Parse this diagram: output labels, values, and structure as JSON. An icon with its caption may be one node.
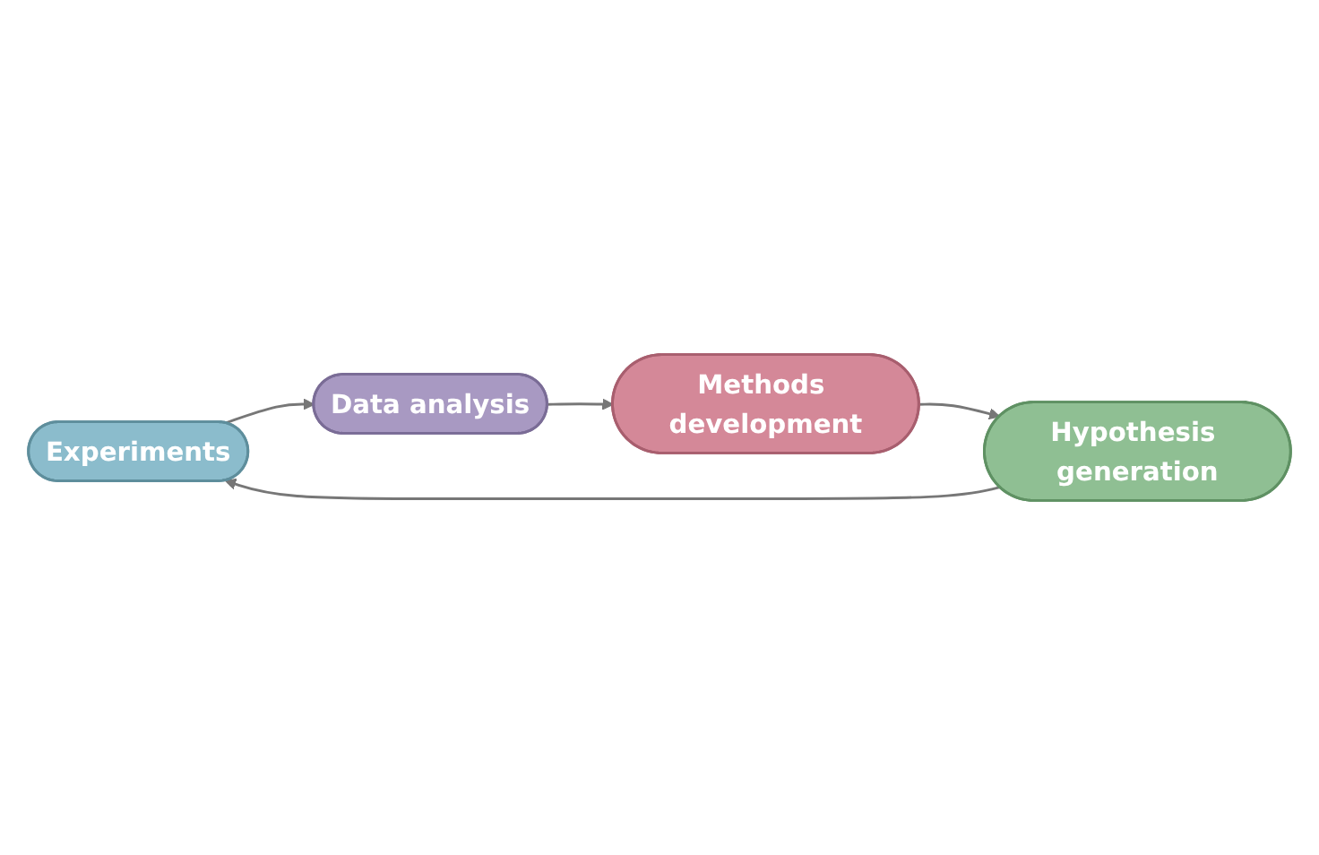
{
  "diagram": {
    "nodes": [
      {
        "text": [
          "Experiments"
        ]
      },
      {
        "text": [
          "Data analysis"
        ]
      },
      {
        "text": [
          "Methods development"
        ]
      },
      {
        "text": [
          "Hypothesis generation"
        ]
      }
    ],
    "edges": [
      {
        "from": 0,
        "to": 1,
        "arrow": "to"
      },
      {
        "from": 1,
        "to": 2,
        "arrow": "to"
      },
      {
        "from": 2,
        "to": 3,
        "arrow": "to"
      },
      {
        "from": 3,
        "to": 0,
        "arrow": "to"
      }
    ]
  }
}
